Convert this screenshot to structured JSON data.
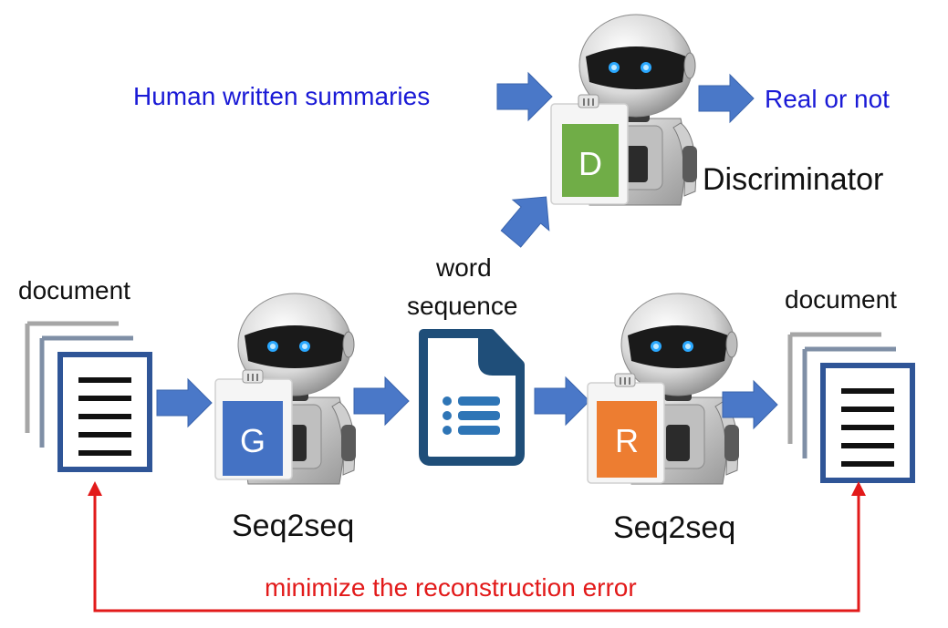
{
  "labels": {
    "human_summaries": "Human written summaries",
    "real_or_not": "Real or not",
    "discriminator": "Discriminator",
    "document_left": "document",
    "document_right": "document",
    "word": "word",
    "sequence": "sequence",
    "seq2seq_generator": "Seq2seq",
    "seq2seq_reconstructor": "Seq2seq",
    "loss": "minimize the reconstruction error"
  },
  "cards": {
    "discriminator_letter": "D",
    "generator_letter": "G",
    "reconstructor_letter": "R"
  },
  "colors": {
    "arrow": "#4a78c8",
    "discriminator_card": "#70ad47",
    "generator_card": "#4472c4",
    "reconstructor_card": "#ed7d31",
    "loss": "#e21a1a",
    "blue_text": "#1a1ad6",
    "document_frame": "#2f5597",
    "file_icon": "#1f4e79"
  },
  "icons": {
    "robot": "robot-icon",
    "document_stack": "document-stack-icon",
    "file": "file-list-icon"
  }
}
